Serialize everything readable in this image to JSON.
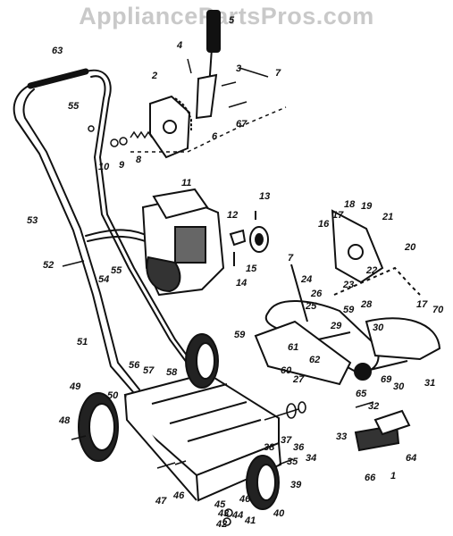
{
  "watermark": "AppliancePartsPros.com",
  "callouts": [
    "1",
    "2",
    "3",
    "4",
    "5",
    "6",
    "7",
    "7",
    "8",
    "9",
    "10",
    "11",
    "12",
    "13",
    "14",
    "15",
    "16",
    "17",
    "17",
    "18",
    "19",
    "20",
    "21",
    "22",
    "23",
    "24",
    "25",
    "26",
    "27",
    "28",
    "29",
    "30",
    "30",
    "31",
    "32",
    "33",
    "34",
    "35",
    "36",
    "37",
    "38",
    "39",
    "40",
    "41",
    "42",
    "43",
    "44",
    "45",
    "46",
    "46",
    "47",
    "48",
    "49",
    "50",
    "51",
    "52",
    "53",
    "54",
    "55",
    "55",
    "56",
    "57",
    "58",
    "59",
    "59",
    "60",
    "61",
    "62",
    "63",
    "64",
    "65",
    "66",
    "67",
    "69",
    "70"
  ]
}
